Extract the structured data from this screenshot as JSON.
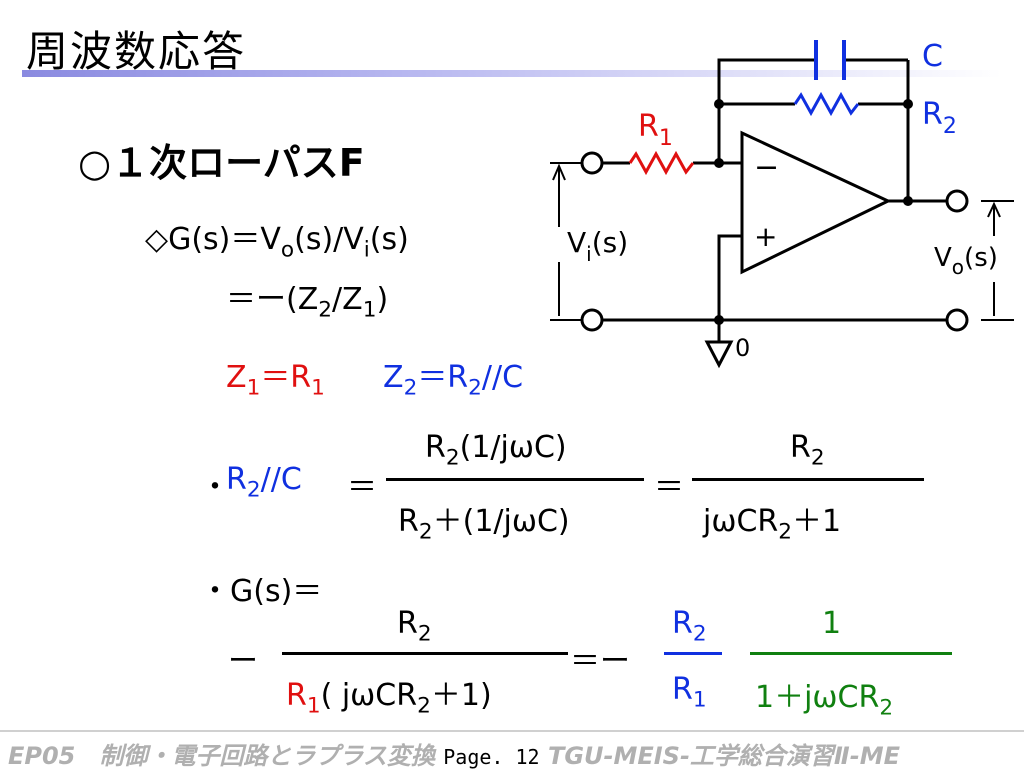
{
  "slide": {
    "title": "周波数応答",
    "heading": "○１次ローパスF"
  },
  "equations": {
    "g_def_lhs": "◇G(s)＝V",
    "g_def_o": "o",
    "g_def_mid": "(s)/V",
    "g_def_i": "i",
    "g_def_end": "(s)",
    "g_def2": "＝ー(Z",
    "g_def2_2": "2",
    "g_def2_mid": "/Z",
    "g_def2_1": "1",
    "g_def2_end": ")",
    "z1": "Z",
    "z1_sub": "1",
    "z1_eq": "＝R",
    "z1_eq_sub": "1",
    "z2": "Z",
    "z2_sub": "2",
    "z2_eq": "＝R",
    "z2_eq_sub": "2",
    "z2_end": "//C",
    "par_bullet": "・",
    "par_lhs": "R",
    "par_lhs_sub": "2",
    "par_lhs_end": "//C",
    "eq_sign": "＝",
    "par_num": "R",
    "par_num_sub": "2",
    "par_num_end": "(1/jωC)",
    "par_den": "R",
    "par_den_sub": "2",
    "par_den_end": "＋(1/jωC)",
    "par_num2": "R",
    "par_num2_sub": "2",
    "par_den2": "jωCR",
    "par_den2_sub": "2",
    "par_den2_end": "＋1",
    "g_bullet": "・G(s)＝",
    "minus": "ー",
    "g_num": "R",
    "g_num_sub": "2",
    "g_den_r": "R",
    "g_den_r_sub": "1",
    "g_den_mid": "( jωCR",
    "g_den_mid_sub": "2",
    "g_den_end": "＋1)",
    "eq_minus": "＝ー",
    "g_num_b": "R",
    "g_num_b_sub": "2",
    "g_den_b": "R",
    "g_den_b_sub": "1",
    "g_num_g": "1",
    "g_den_g": "1＋jωCR",
    "g_den_g_sub": "2"
  },
  "circuit": {
    "c_label": "C",
    "r2_label": "R",
    "r2_sub": "2",
    "r1_label": "R",
    "r1_sub": "1",
    "vin_label": "V",
    "vin_sub": "i",
    "vin_end": "(s)",
    "vout_label": "V",
    "vout_sub": "o",
    "vout_end": "(s)",
    "minus_sign": "−",
    "plus_sign": "+",
    "ground_label": "0"
  },
  "footer": {
    "left": "EP05　制御・電子回路とラプラス変換",
    "page": "Page. 12",
    "right": "TGU-MEIS-工学総合演習Ⅱ-ME"
  },
  "colors": {
    "red": "#e01010",
    "blue": "#1030e0",
    "green": "#108010",
    "title_bar": "#8a8ae0"
  }
}
